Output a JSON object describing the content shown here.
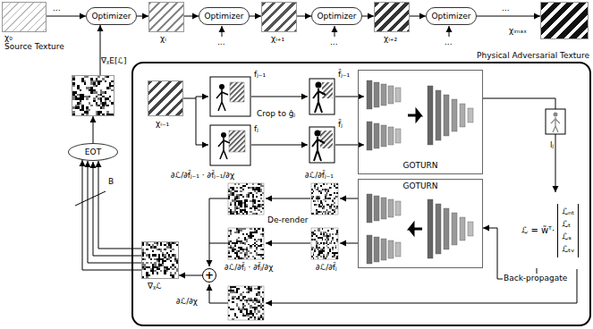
{
  "diagram": {
    "nodes": [
      {
        "text": [
          "χ₀",
          "Source Texture"
        ]
      },
      {
        "text": [
          "Optimizer"
        ]
      },
      {
        "text": [
          "χᵢ"
        ]
      },
      {
        "text": [
          "Optimizer"
        ]
      },
      {
        "text": [
          "χᵢ₊₁"
        ]
      },
      {
        "text": [
          "Optimizer"
        ]
      },
      {
        "text": [
          "χᵢ₊₂"
        ]
      },
      {
        "text": [
          "Optimizer"
        ]
      },
      {
        "text": [
          "χᵢₘₐₓ",
          "Physical Adversarial Texture"
        ]
      },
      {
        "text": [
          "∇ᵪE[ℒ]"
        ]
      },
      {
        "text": [
          "EOT"
        ]
      },
      {
        "text": [
          "χᵢ₋₁"
        ]
      },
      {
        "text": [
          "GOTURN"
        ]
      },
      {
        "text": [
          "ℒ = w̃ᵀ·",
          "ℒₙₜ",
          "ℒₜ",
          "ℒₛ",
          "ℒₜᵥ"
        ]
      },
      {
        "text": [
          "GOTURN"
        ]
      },
      {
        "text": [
          "+"
        ]
      },
      {
        "text": [
          "∇ᵪℒ"
        ]
      }
    ],
    "edges": [
      {
        "from": 0,
        "to": 1,
        "arrow": "to"
      },
      {
        "from": 1,
        "to": 2,
        "arrow": "to"
      },
      {
        "from": 2,
        "to": 3,
        "arrow": "to"
      },
      {
        "from": 3,
        "to": 4,
        "arrow": "to"
      },
      {
        "from": 4,
        "to": 5,
        "arrow": "to"
      },
      {
        "from": 5,
        "to": 6,
        "arrow": "to"
      },
      {
        "from": 6,
        "to": 7,
        "arrow": "to"
      },
      {
        "from": 7,
        "to": 8,
        "arrow": "to"
      },
      {
        "from": 9,
        "to": 1,
        "arrow": "to"
      },
      {
        "from": 10,
        "to": 9,
        "arrow": "to"
      },
      {
        "from": 16,
        "to": 10,
        "arrow": "to"
      },
      {
        "from": 12,
        "to": 13,
        "label": "lⱼ",
        "arrow": "to"
      },
      {
        "from": 13,
        "to": 14,
        "label": "Back-propagate",
        "arrow": "to"
      },
      {
        "from": 15,
        "to": 16,
        "arrow": "to"
      }
    ],
    "labels": [
      "...",
      "...",
      "...",
      "...",
      "...",
      "B",
      "fⱼ₋₁",
      "fⱼ",
      "Crop to ĝⱼ",
      "f̃ⱼ₋₁",
      "f̃ⱼ",
      "∂ℒ/∂f̃ⱼ₋₁",
      "∂ℒ/∂f̃ⱼ",
      "De-render",
      "∂ℒ/∂f̃ⱼ₋₁ · ∂f̃ⱼ₋₁/∂χ",
      "∂ℒ/∂f̃ⱼ · ∂f̃ⱼ/∂χ",
      "∂ℒ/∂χ"
    ]
  }
}
